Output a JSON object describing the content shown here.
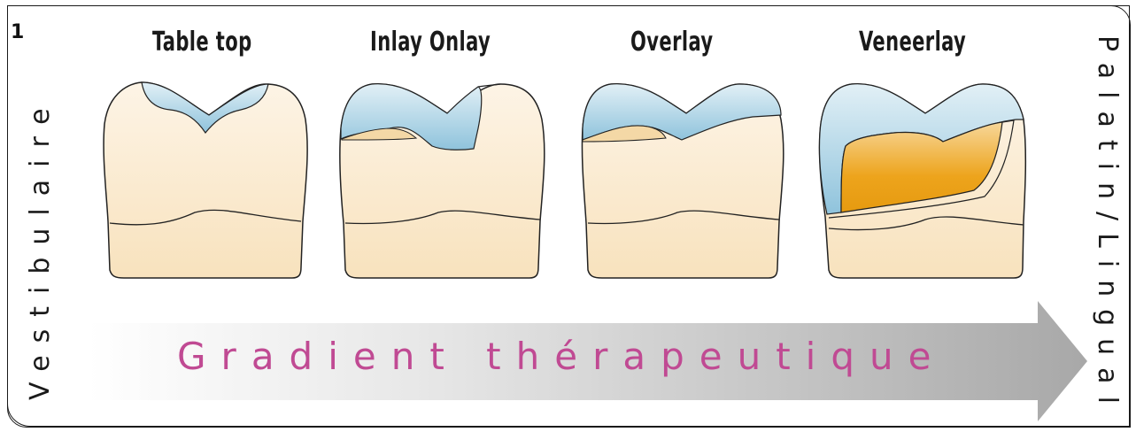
{
  "figure_number": "1",
  "columns": [
    {
      "title": "Table top"
    },
    {
      "title": "Inlay Onlay"
    },
    {
      "title": "Overlay"
    },
    {
      "title": "Veneerlay"
    }
  ],
  "left_label": "Vestibulaire",
  "right_label": "Palatin/Lingual",
  "arrow_label": "Gradient thérapeutique",
  "colors": {
    "tooth_fill": "#fbedd6",
    "restoration_blue": "#a9d3e4",
    "dentin_orange": "#efac24",
    "arrow_grey": "#b0b0b0",
    "label_pink": "#c04a93"
  }
}
